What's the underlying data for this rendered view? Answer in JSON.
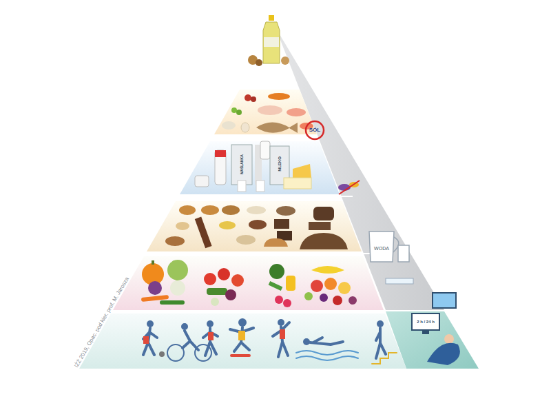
{
  "diagram": {
    "labels": [
      "IŻŻ 2019, Opac. pod kier. prof. M. Jarosza",
      "MAŚLANKA",
      "MLEKO",
      "SÓL",
      "WODA",
      "2 h / 24 h"
    ]
  }
}
